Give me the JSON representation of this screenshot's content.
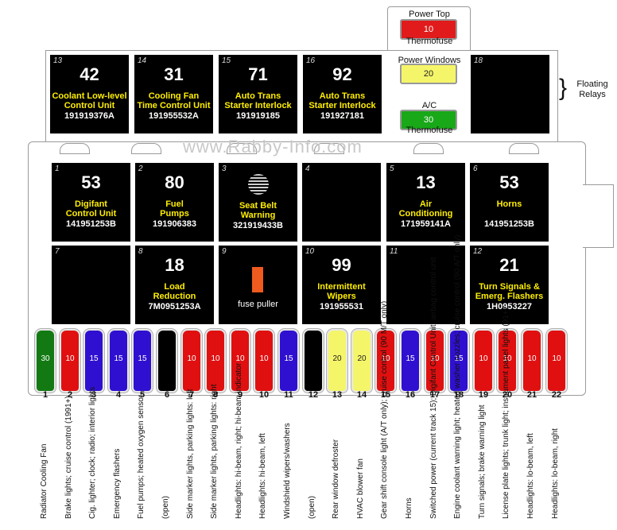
{
  "watermark": "www.Rabby-Info.com",
  "floating_relays_label": "Floating Relays",
  "top_fuses": [
    {
      "label_top": "Power Top",
      "rating": "10",
      "label_bottom": "Thermofuse",
      "color": "#e11b1b"
    },
    {
      "label_top": "Power Windows",
      "rating": "20",
      "label_bottom": "",
      "color": "#f5f56a"
    },
    {
      "label_top": "A/C",
      "rating": "30",
      "label_bottom": "Thermofuse",
      "color": "#18a818"
    }
  ],
  "floating_relays": [
    {
      "slot": "13",
      "code": "42",
      "name_lines": [
        "Coolant Low-level",
        "Control Unit"
      ],
      "part": "191919376A"
    },
    {
      "slot": "14",
      "code": "31",
      "name_lines": [
        "Cooling Fan",
        "Time Control Unit"
      ],
      "part": "191955532A"
    },
    {
      "slot": "15",
      "code": "71",
      "name_lines": [
        "Auto Trans",
        "Starter Interlock"
      ],
      "part": "191919185"
    },
    {
      "slot": "16",
      "code": "92",
      "name_lines": [
        "Auto Trans",
        "Starter Interlock"
      ],
      "part": "191927181"
    },
    {
      "slot": "18",
      "code": "",
      "name_lines": [
        "",
        ""
      ],
      "part": ""
    }
  ],
  "relays_row1": [
    {
      "slot": "1",
      "code": "53",
      "name_lines": [
        "Digifant",
        "Control Unit"
      ],
      "part": "141951253B"
    },
    {
      "slot": "2",
      "code": "80",
      "name_lines": [
        "Fuel",
        "Pumps"
      ],
      "part": "191906383"
    },
    {
      "slot": "3",
      "code": "",
      "name_lines": [
        "Seat Belt",
        "Warning"
      ],
      "part": "321919433B"
    },
    {
      "slot": "4",
      "code": "",
      "name_lines": [
        "",
        ""
      ],
      "part": ""
    },
    {
      "slot": "5",
      "code": "13",
      "name_lines": [
        "Air",
        "Conditioning"
      ],
      "part": "171959141A"
    },
    {
      "slot": "6",
      "code": "53",
      "name_lines": [
        "Horns",
        ""
      ],
      "part": "141951253B"
    }
  ],
  "relays_row2": [
    {
      "slot": "7",
      "code": "",
      "name_lines": [
        "",
        ""
      ],
      "part": ""
    },
    {
      "slot": "8",
      "code": "18",
      "name_lines": [
        "Load",
        "Reduction"
      ],
      "part": "7M0951253A"
    },
    {
      "slot": "9",
      "code": "",
      "name_lines": [
        "",
        ""
      ],
      "part": ""
    },
    {
      "slot": "10",
      "code": "99",
      "name_lines": [
        "Intermittent",
        "Wipers"
      ],
      "part": "191955531"
    },
    {
      "slot": "11",
      "code": "",
      "name_lines": [
        "",
        ""
      ],
      "part": ""
    },
    {
      "slot": "12",
      "code": "21",
      "name_lines": [
        "Turn Signals &",
        "Emerg. Flashers"
      ],
      "part": "1H0953227"
    }
  ],
  "fuse_puller_label": "fuse puller",
  "fuses": [
    {
      "num": "1",
      "rating": "30",
      "color": "#137a13",
      "label": "Radiator Cooling Fan"
    },
    {
      "num": "2",
      "rating": "10",
      "color": "#e01010",
      "label": "Brake lights; cruise control (1991+)"
    },
    {
      "num": "3",
      "rating": "15",
      "color": "#3010d0",
      "label": "Cig. lighter; clock; radio; interior lights"
    },
    {
      "num": "4",
      "rating": "15",
      "color": "#3010d0",
      "label": "Emergency flashers"
    },
    {
      "num": "5",
      "rating": "15",
      "color": "#3010d0",
      "label": "Fuel pumps; heated oxygen sensor"
    },
    {
      "num": "6",
      "rating": "",
      "color": "#000000",
      "label": "(open)"
    },
    {
      "num": "7",
      "rating": "10",
      "color": "#e01010",
      "label": "Side marker lights, parking lights: left"
    },
    {
      "num": "8",
      "rating": "10",
      "color": "#e01010",
      "label": "Side marker lights, parking lights: right"
    },
    {
      "num": "9",
      "rating": "10",
      "color": "#e01010",
      "label": "Headlights: hi-beam, right; hi-beam indicator"
    },
    {
      "num": "10",
      "rating": "10",
      "color": "#e01010",
      "label": "Headlights: hi-beam, left"
    },
    {
      "num": "11",
      "rating": "15",
      "color": "#3010d0",
      "label": "Windshield wipers/washers"
    },
    {
      "num": "12",
      "rating": "",
      "color": "#000000",
      "label": "(open)"
    },
    {
      "num": "13",
      "rating": "20",
      "color": "#f5f56a",
      "label": "Rear window defroster"
    },
    {
      "num": "14",
      "rating": "20",
      "color": "#f5f56a",
      "label": "HVAC blower fan"
    },
    {
      "num": "15",
      "rating": "10",
      "color": "#e01010",
      "label": "Gear shift console light (A/T only); cruise control (90 M/T only)"
    },
    {
      "num": "16",
      "rating": "15",
      "color": "#3010d0",
      "label": "Horns"
    },
    {
      "num": "17",
      "rating": "10",
      "color": "#e01010",
      "label": "Switched power (current track 15); Digifant Control Unit; airbag control unit"
    },
    {
      "num": "18",
      "rating": "15",
      "color": "#3010d0",
      "label": "Engine coolant warning light; heated washer nozzles; cruise control (90 A/T only)"
    },
    {
      "num": "19",
      "rating": "10",
      "color": "#e01010",
      "label": "Turn signals; brake warning light"
    },
    {
      "num": "20",
      "rating": "10",
      "color": "#e01010",
      "label": "License plate lights; trunk light; instrument panel lights (91+)"
    },
    {
      "num": "21",
      "rating": "10",
      "color": "#e01010",
      "label": "Headlights: lo-beam, left"
    },
    {
      "num": "22",
      "rating": "10",
      "color": "#e01010",
      "label": "Headlights: lo-beam, right"
    }
  ]
}
